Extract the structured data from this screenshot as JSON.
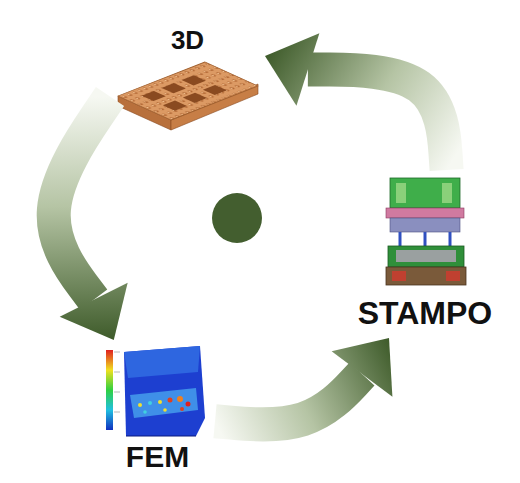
{
  "diagram": {
    "nodes": [
      {
        "text": [
          "3D"
        ]
      },
      {
        "text": [
          "FEM"
        ]
      },
      {
        "text": [
          "STAMPO"
        ]
      }
    ],
    "edges": [
      {
        "from": 0,
        "to": 1,
        "arrow": "to"
      },
      {
        "from": 1,
        "to": 2,
        "arrow": "to"
      },
      {
        "from": 2,
        "to": 0,
        "arrow": "to"
      }
    ]
  }
}
